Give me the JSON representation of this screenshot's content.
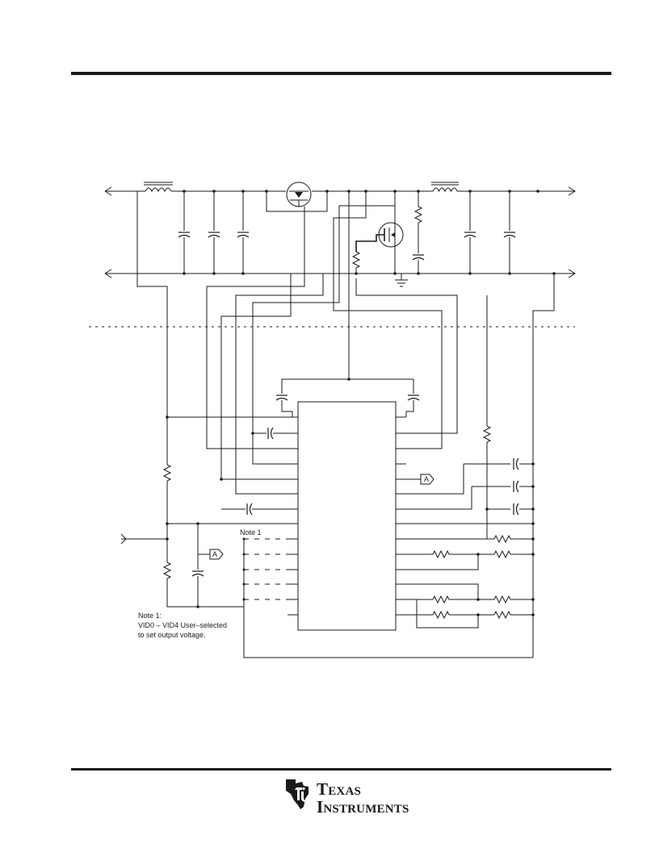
{
  "diagram": {
    "note_label": "Note 1",
    "note_title": "Note 1:",
    "note_line1": "VID0 – VID4  User–selected",
    "note_line2": "to set output voltage.",
    "connector_label": "A"
  },
  "footer": {
    "brand_word1": "Texas",
    "brand_word2": "Instruments"
  }
}
